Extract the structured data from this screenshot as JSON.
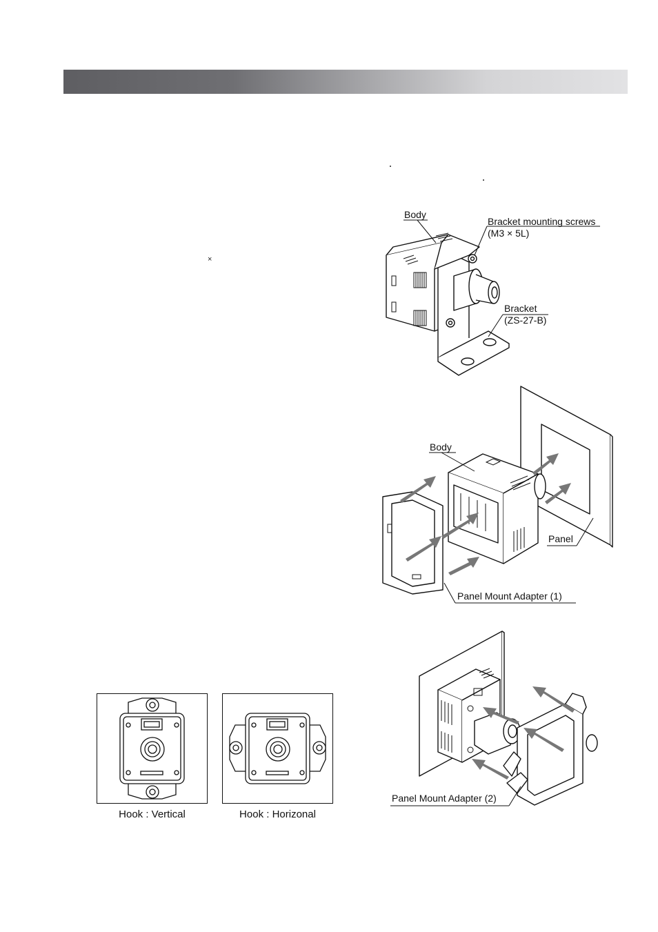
{
  "figure_bracket": {
    "body_label": "Body",
    "screws_label": "Bracket mounting screws",
    "screws_spec": "(M3 × 5L)",
    "bracket_label": "Bracket",
    "bracket_part": "(ZS-27-B)"
  },
  "figure_panel_adapter_1": {
    "body_label": "Body",
    "panel_label": "Panel",
    "adapter_label": "Panel Mount Adapter (1)"
  },
  "figure_panel_adapter_2": {
    "adapter_label": "Panel Mount Adapter (2)"
  },
  "hook_figures": {
    "vertical_caption": "Hook : Vertical",
    "horizontal_caption": "Hook : Horizonal"
  },
  "stray_marks": {
    "times_symbol": "×"
  }
}
